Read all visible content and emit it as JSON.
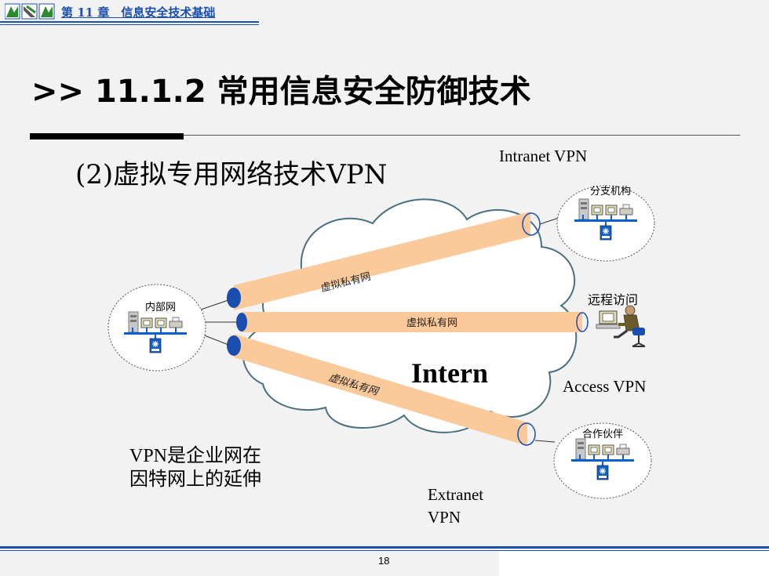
{
  "header": {
    "chapter": "第 11 章　信息安全技术基础"
  },
  "title": ">> 11.1.2 常用信息安全防御技术",
  "subtitle": "(2)虚拟专用网络技术VPN",
  "diagram": {
    "cloud_label": "Intern",
    "tunnel_label": "虚拟私有网",
    "sites": {
      "internal": "内部网",
      "branch": "分支机构",
      "remote": "远程访问",
      "partner": "合作伙伴"
    },
    "vpn_types": {
      "intranet": "Intranet VPN",
      "access": "Access VPN",
      "extranet_line1": "Extranet",
      "extranet_line2": "VPN"
    }
  },
  "caption": {
    "line1": "VPN是企业网在",
    "line2": "因特网上的延伸"
  },
  "footer": {
    "page_number": "18"
  },
  "colors": {
    "accent_blue": "#1a4fb0",
    "tunnel": "#fbc99a",
    "cloud_stroke": "#4a7080",
    "lan_blue": "#0d5fd0"
  }
}
